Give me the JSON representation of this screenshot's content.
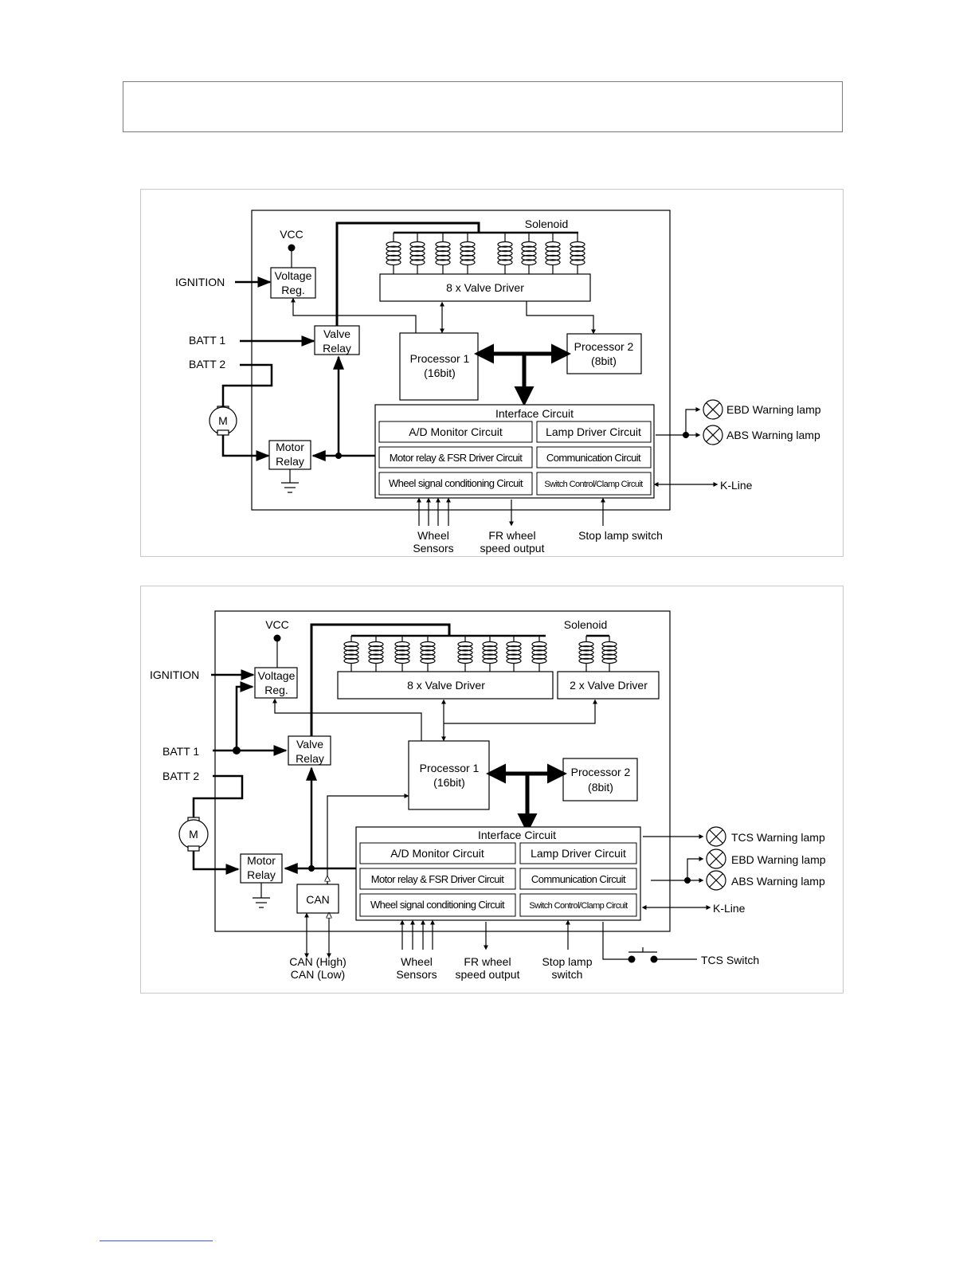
{
  "diagram1": {
    "vcc": "VCC",
    "solenoid": "Solenoid",
    "voltage_reg": [
      "Voltage",
      "Reg."
    ],
    "valve_driver_8": "8 x Valve Driver",
    "ignition": "IGNITION",
    "batt1": "BATT 1",
    "batt2": "BATT 2",
    "valve_relay": [
      "Valve",
      "Relay"
    ],
    "processor1": [
      "Processor 1",
      "(16bit)"
    ],
    "processor2": [
      "Processor 2",
      "(8bit)"
    ],
    "motor": "M",
    "motor_relay": [
      "Motor",
      "Relay"
    ],
    "interface": "Interface Circuit",
    "ad_monitor": "A/D Monitor Circuit",
    "lamp_driver": "Lamp Driver Circuit",
    "motor_relay_fsr": "Motor relay & FSR Driver Circuit",
    "communication": "Communication Circuit",
    "wheel_signal": "Wheel signal conditioning Circuit",
    "switch_control": "Switch Control/Clamp Circuit",
    "ebd_lamp": "EBD Warning lamp",
    "abs_lamp": "ABS Warning lamp",
    "kline": "K-Line",
    "wheel_sensors": [
      "Wheel",
      "Sensors"
    ],
    "fr_wheel": [
      "FR wheel",
      "speed output"
    ],
    "stop_lamp": "Stop lamp switch"
  },
  "diagram2": {
    "vcc": "VCC",
    "solenoid": "Solenoid",
    "voltage_reg": [
      "Voltage",
      "Reg."
    ],
    "valve_driver_8": "8 x Valve Driver",
    "valve_driver_2": "2 x Valve Driver",
    "ignition": "IGNITION",
    "batt1": "BATT 1",
    "batt2": "BATT 2",
    "valve_relay": [
      "Valve",
      "Relay"
    ],
    "processor1": [
      "Processor 1",
      "(16bit)"
    ],
    "processor2": [
      "Processor 2",
      "(8bit)"
    ],
    "motor": "M",
    "motor_relay": [
      "Motor",
      "Relay"
    ],
    "can": "CAN",
    "interface": "Interface Circuit",
    "ad_monitor": "A/D Monitor Circuit",
    "lamp_driver": "Lamp Driver Circuit",
    "motor_relay_fsr": "Motor relay & FSR Driver Circuit",
    "communication": "Communication Circuit",
    "wheel_signal": "Wheel signal conditioning Circuit",
    "switch_control": "Switch Control/Clamp Circuit",
    "tcs_lamp": "TCS Warning lamp",
    "ebd_lamp": "EBD Warning lamp",
    "abs_lamp": "ABS Warning lamp",
    "kline": "K-Line",
    "can_bus": [
      "CAN (High)",
      "CAN (Low)"
    ],
    "wheel_sensors": [
      "Wheel",
      "Sensors"
    ],
    "fr_wheel": [
      "FR wheel",
      "speed output"
    ],
    "stop_lamp": [
      "Stop lamp",
      "switch"
    ],
    "tcs_switch": "TCS Switch"
  }
}
